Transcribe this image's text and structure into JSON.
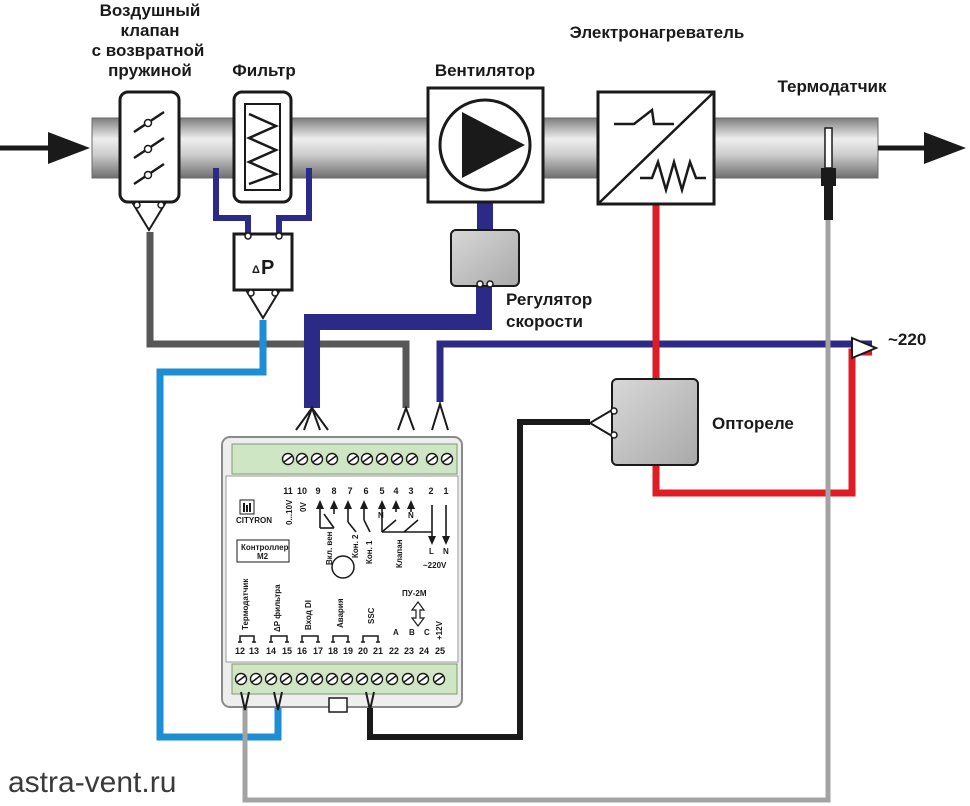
{
  "labels": {
    "damper": [
      "Воздушный",
      "клапан",
      "с возвратной",
      "пружиной"
    ],
    "filter": "Фильтр",
    "fan": "Вентилятор",
    "heater": "Электронагреватель",
    "sensor": "Термодатчик",
    "speed_regulator": [
      "Регулятор",
      "скорости"
    ],
    "opto_relay": "Оптореле",
    "mains": "~220",
    "dp": "P",
    "delta": "Δ",
    "watermark": "astra-vent.ru"
  },
  "controller": {
    "brand": "CITYRON",
    "model": [
      "Контроллер",
      "M2"
    ],
    "top_terminals": [
      "11",
      "10",
      "9",
      "8",
      "7",
      "6",
      "5",
      "4",
      "3",
      "2",
      "1"
    ],
    "top_sub": {
      "t11_10": "0...10V",
      "t10": "0V",
      "n1": "N",
      "n2": "N",
      "l": "L",
      "n": "N",
      "ac": "~220V"
    },
    "top_functions": [
      "Вкл. вен",
      "Кон. 2",
      "Кон. 1",
      "Клапан"
    ],
    "bottom_terminals": [
      "12",
      "13",
      "14",
      "15",
      "16",
      "17",
      "18",
      "19",
      "20",
      "21",
      "22",
      "23",
      "24",
      "25"
    ],
    "bottom_functions": [
      "Термодатчик",
      "ΔP фильтра",
      "Вход DI",
      "Авария",
      "SSC"
    ],
    "panel_label": "ПУ-2М",
    "abc": [
      "A",
      "B",
      "C"
    ],
    "v12": "+12V"
  },
  "colors": {
    "duct": "#9a9a9a",
    "navy": "#2b2a86",
    "blue": "#1d8ed6",
    "red": "#e01b24",
    "gray_wire": "#575757",
    "light_wire": "#a3a3a3",
    "black_wire": "#1a1a1a",
    "box_gray": "#c4c4c4",
    "terminal_green": "#cfe6c4"
  }
}
